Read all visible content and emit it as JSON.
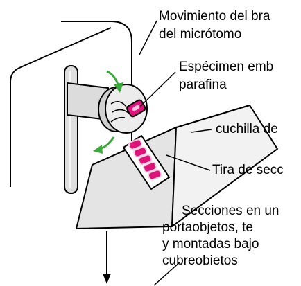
{
  "labels": {
    "arm_movement": [
      "Movimiento del bra",
      "del micrótomo"
    ],
    "specimen": [
      "Espécimen emb",
      "parafina"
    ],
    "blade": "cuchilla de",
    "strip": "Tira de secc",
    "sections": [
      "Secciones en un",
      "portaobjetos, te",
      "y montadas bajo",
      "cubreobietos"
    ]
  },
  "icons": [
    "curved-arrow-icon",
    "down-arrow-icon"
  ],
  "colors": {
    "line": "#000000",
    "arrow_green": "#3aa83a",
    "blade_fill": "#e4e4e4",
    "blade_fill_right": "#f2f2f2",
    "section_fill": "#e0127a",
    "section_border": "#f2d6e6",
    "specimen_fill": "#e2127e",
    "clamp_fill": "#d6d6d6",
    "post_fill": "#dedede",
    "background": "#ffffff"
  }
}
